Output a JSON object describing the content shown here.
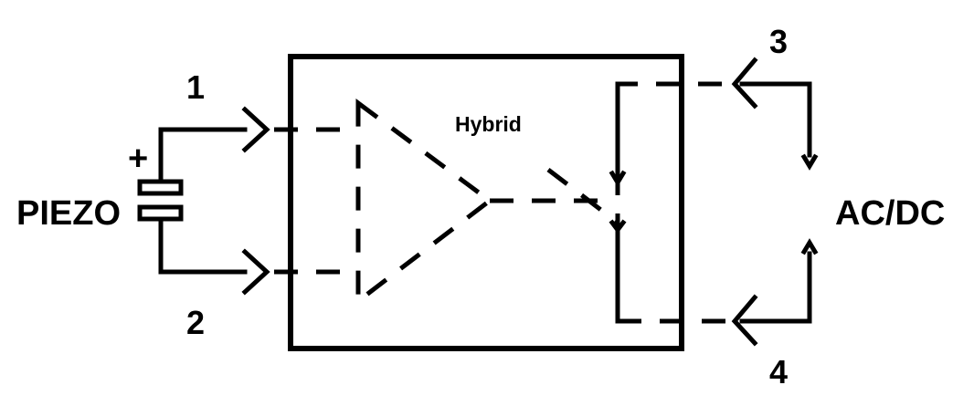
{
  "labels": {
    "piezo": "PIEZO",
    "plus": "+",
    "pin1": "1",
    "pin2": "2",
    "pin3": "3",
    "pin4": "4",
    "hybrid": "Hybrid",
    "acdc": "AC/DC"
  },
  "colors": {
    "ink": "#000000",
    "background": "#ffffff"
  }
}
